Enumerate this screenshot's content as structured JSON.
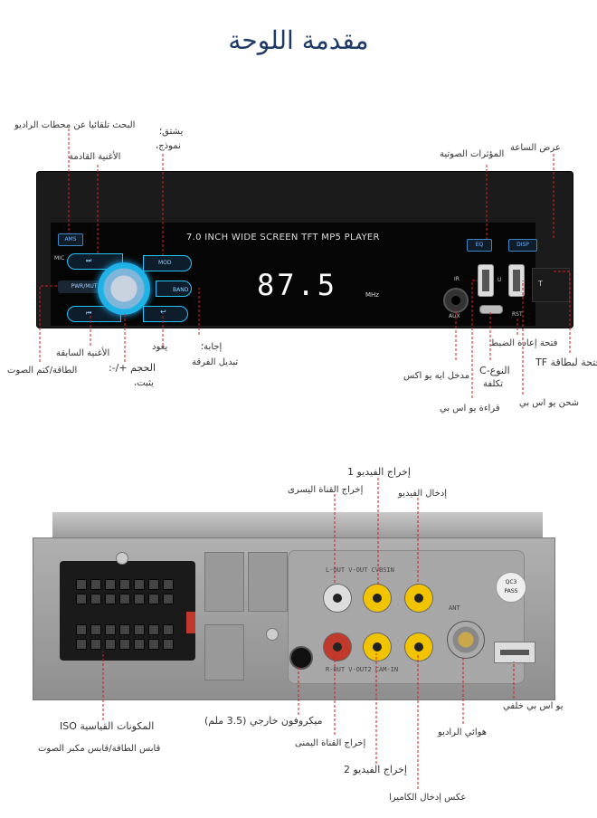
{
  "title": "مقدمة اللوحة",
  "front": {
    "screen_caption": "7.0 INCH WIDE SCREEN TFT MP5 PLAYER",
    "frequency": "87.5",
    "unit": "MHz",
    "buttons": {
      "ams": "AMS",
      "mod": "MOD",
      "pwr": "PWR/MUT",
      "band": "BAND",
      "eq": "EQ",
      "disp": "DISP",
      "mic": "MIC",
      "aux": "AUX",
      "ir": "IR",
      "u": "U",
      "t": "T",
      "rst": "RST"
    },
    "labels": {
      "auto_search": "البحث تلقائيا عن محطات الراديو",
      "next_song": "الأغنية القادمة",
      "switch_mode_1": "يشتق؛",
      "switch_mode_2": "نموذج،",
      "power_mute": "الطاقة/كتم الصوت",
      "prev_song": "الأغنية السابقة",
      "volume_1": "الحجم +/-:",
      "volume_2": "يثبت،",
      "back": "يعود",
      "answer_1": "إجابة؛",
      "answer_2": "تبديل الفرقة",
      "sound_effects": "المؤثرات الصوتية",
      "clock_display": "عرض الساعة",
      "aux_in": "مدخل ايه يو اكس",
      "usb_read": "قراءة يو اس بي",
      "typec_1": "النوع-C",
      "typec_2": "تكلفة",
      "reset_hole": "فتحة إعادة الضبط",
      "usb_charge": "شحن يو اس بي",
      "tf_slot": "فتحة لبطاقة TF"
    }
  },
  "back": {
    "plate": {
      "row1": "L-OUT V-OUT CVBSIN",
      "row2": "R-OUT V-OUT2 CAM-IN",
      "ant": "ANT",
      "stamp_1": "QC3",
      "stamp_2": "PASS"
    },
    "labels": {
      "video_out_1": "إخراج الفيديو 1",
      "left_out": "إخراج القناة اليسرى",
      "video_in": "إدخال الفيديو",
      "iso_1": "المكونات القياسية ISO",
      "iso_2": "قابس الطاقة/قابس مكبر الصوت",
      "ext_mic": "ميكروفون خارجي (3.5 ملم)",
      "right_out": "إخراج القناة اليمنى",
      "video_out_2": "إخراج الفيديو 2",
      "radio_antenna": "هوائي الراديو",
      "rear_usb": "يو اس بي خلفي",
      "camera_in": "عكس إدخال الكاميرا"
    }
  }
}
